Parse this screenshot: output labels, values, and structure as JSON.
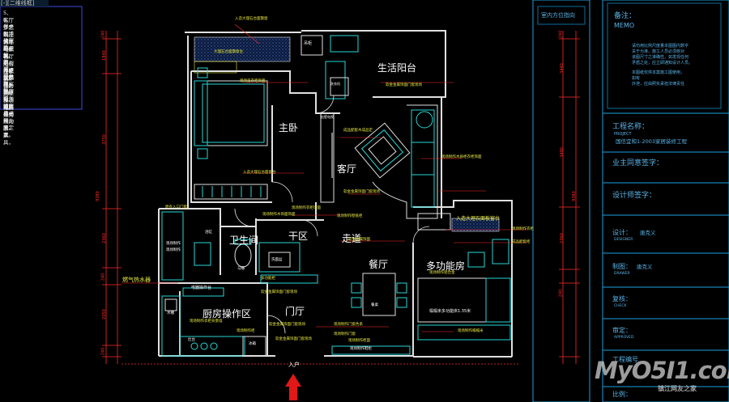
{
  "colors": {
    "wall": "#e0e0e0",
    "furniture": "#27d6d6",
    "dimension": "#ff2a2a",
    "label": "#ffffff",
    "annotation": "#e8e840",
    "panel": "#1aa0e0",
    "panel_text": "#5ab4e8",
    "hatch": "#3f62c8",
    "entry_arrow": "#e01818"
  },
  "cad": {
    "window_title": "[-][二维线框]"
  },
  "notes": [
    "5、客厅餐桌为活动家具。",
    "6、干区洗脸盆和厨房橱柜同",
    "步定制提供水电走位图。",
    "6、客厅电视柜、茶几、沙发",
    "为活动家具。",
    "7、客厅电视为挂壁电视。",
    "8、阳台吊柜为固定家具。",
    "9、主卧室衣柜、飘窗柜为固",
    "定家具。",
    "10、主卧室床为活动家具，电",
    "视为挂壁电视。",
    "11、多功能房榻榻米床、衣",
    "柜、飘窗台书柜为固定家具，",
    "电脑桌为活动家具。"
  ],
  "rooms": {
    "balcony": "生活阳台",
    "master_bedroom": "主卧",
    "living_room": "客厅",
    "bathroom": "卫生间",
    "dry_area": "干区",
    "corridor": "走道",
    "dining_room": "餐厅",
    "multi_room": "多功能房",
    "kitchen": "厨房操作区",
    "foyer": "门厅"
  },
  "labels": {
    "orientation": "室内方位指向",
    "entrance": "入户",
    "water_heater": "燃气热水器",
    "bay_window_tl": "入造大理石台面飘窗",
    "bay_window_lt": "大理石台面飘窗台",
    "bay_window_right": "入造大理石面板窗台",
    "wall_cabinet_balcony": "吊柜",
    "washer": "洗衣机",
    "wardrobe_master": "现场造衣柜饰面",
    "tv_hang": "挂壁电视",
    "bathtub": "浴缸",
    "toilet": "马桶",
    "basin": "洗面盆",
    "dry_cabinet": "现场制作",
    "fridge": "冰箱",
    "tatami_bed": "榻榻米多功能床1.35米",
    "shoe_cabinet": "现场制作鞋柜",
    "dining_table": "餐桌",
    "stove": "灶台",
    "sink": "水槽"
  },
  "annotations": [
    "入造大理石台面窗台",
    "软金金属饰面门套现场",
    "成品配套木成品定",
    "现场制作木质柜衣柜饰面",
    "软金金属饰面门套现场",
    "现场制作衣柜饰面",
    "现场制作木饰面饰面",
    "现场制作壁纸柜",
    "多功能柜",
    "软金金属饰面门套现场",
    "原有入口门套",
    "软金金属饰面",
    "电器操作台",
    "现场制作衣柜背景墙",
    "现场制作柜",
    "现场制作门套色系",
    "现场制作铝合金",
    "现场制作衣柜",
    "软金金属饰面门套现场",
    "现场制作榻榻米",
    "成品配套柜",
    "现场制作门套",
    "现场制作",
    "现场制作柜面",
    "软金金属饰面门套现场"
  ],
  "dimensions": {
    "left_segments": [
      "240",
      "1840",
      "3750",
      "2360",
      "240",
      "2050",
      "240"
    ],
    "left_total": "9380",
    "right_segments": [
      "240",
      "3440",
      "3490",
      "2360",
      "240"
    ],
    "right_total": "9380"
  },
  "panel": {
    "memo_title": "备注：",
    "memo_en": "MEMO",
    "memo_text": [
      "请勿用比例尺度量本图图内数字",
      "关于为准，施工人员必须核对",
      "该图尺寸之准确性，如发现任何",
      "矛盾之处，应立即通知设计人员。",
      "",
      "本图纸仅供本案施工图使用，",
      "如有",
      "外泄，应由照实承担法律责任"
    ],
    "project_label": "工程名称：",
    "project_en": "PROJECT",
    "project_name": "国信宜和1-2003家居装修工程",
    "owner_label": "业主同意签字：",
    "designer_sign_label": "设计师签字：",
    "design_label": "设计：",
    "design_en": "DESIGNER",
    "designer_name": "唐克义",
    "draw_label": "制图：",
    "draw_en": "DRAWER",
    "drawer_name": "唐克义",
    "check_label": "复核：",
    "check_en": "CHECK",
    "review_label": "审定：",
    "review_en": "APPROVED",
    "project_no_label": "工程编号",
    "scale_label": "比例："
  },
  "watermark": {
    "text": "MyO5I1.com",
    "sub": "镇江网友之家"
  }
}
